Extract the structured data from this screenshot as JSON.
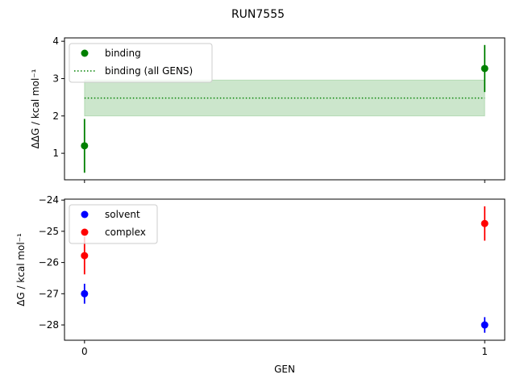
{
  "chart_data": [
    {
      "type": "scatter",
      "title": "RUN7555",
      "xlabel": "",
      "ylabel": "ΔΔG / kcal mol⁻¹",
      "xlim": [
        -0.05,
        1.05
      ],
      "ylim": [
        0.29,
        4.09
      ],
      "yticks": [
        1,
        2,
        3,
        4
      ],
      "xticks": [
        0,
        1
      ],
      "show_xticklabels": false,
      "legend": "top-left",
      "grid": false,
      "series": [
        {
          "name": "binding",
          "color": "#008000",
          "x": [
            0,
            1
          ],
          "y": [
            1.2,
            3.27
          ],
          "yerr": [
            0.72,
            0.63
          ]
        }
      ],
      "aggregate": {
        "name": "binding (all GENS)",
        "color": "#008000",
        "value": 2.48,
        "band": [
          2.0,
          2.96
        ],
        "x_range": [
          0,
          1
        ]
      }
    },
    {
      "type": "scatter",
      "xlabel": "GEN",
      "ylabel": "ΔG / kcal mol⁻¹",
      "xlim": [
        -0.05,
        1.05
      ],
      "ylim": [
        -28.49,
        -23.97
      ],
      "yticks": [
        -24,
        -25,
        -26,
        -27,
        -28
      ],
      "ytick_labels": [
        "−24",
        "−25",
        "−26",
        "−27",
        "−28"
      ],
      "xticks": [
        0,
        1
      ],
      "xtick_labels": [
        "0",
        "1"
      ],
      "legend": "top-left",
      "grid": false,
      "series": [
        {
          "name": "solvent",
          "color": "#0000ff",
          "x": [
            0,
            1
          ],
          "y": [
            -27.0,
            -28.0
          ],
          "yerr": [
            0.32,
            0.25
          ]
        },
        {
          "name": "complex",
          "color": "#ff0000",
          "x": [
            0,
            1
          ],
          "y": [
            -25.78,
            -24.75
          ],
          "yerr": [
            0.6,
            0.55
          ]
        }
      ]
    }
  ]
}
